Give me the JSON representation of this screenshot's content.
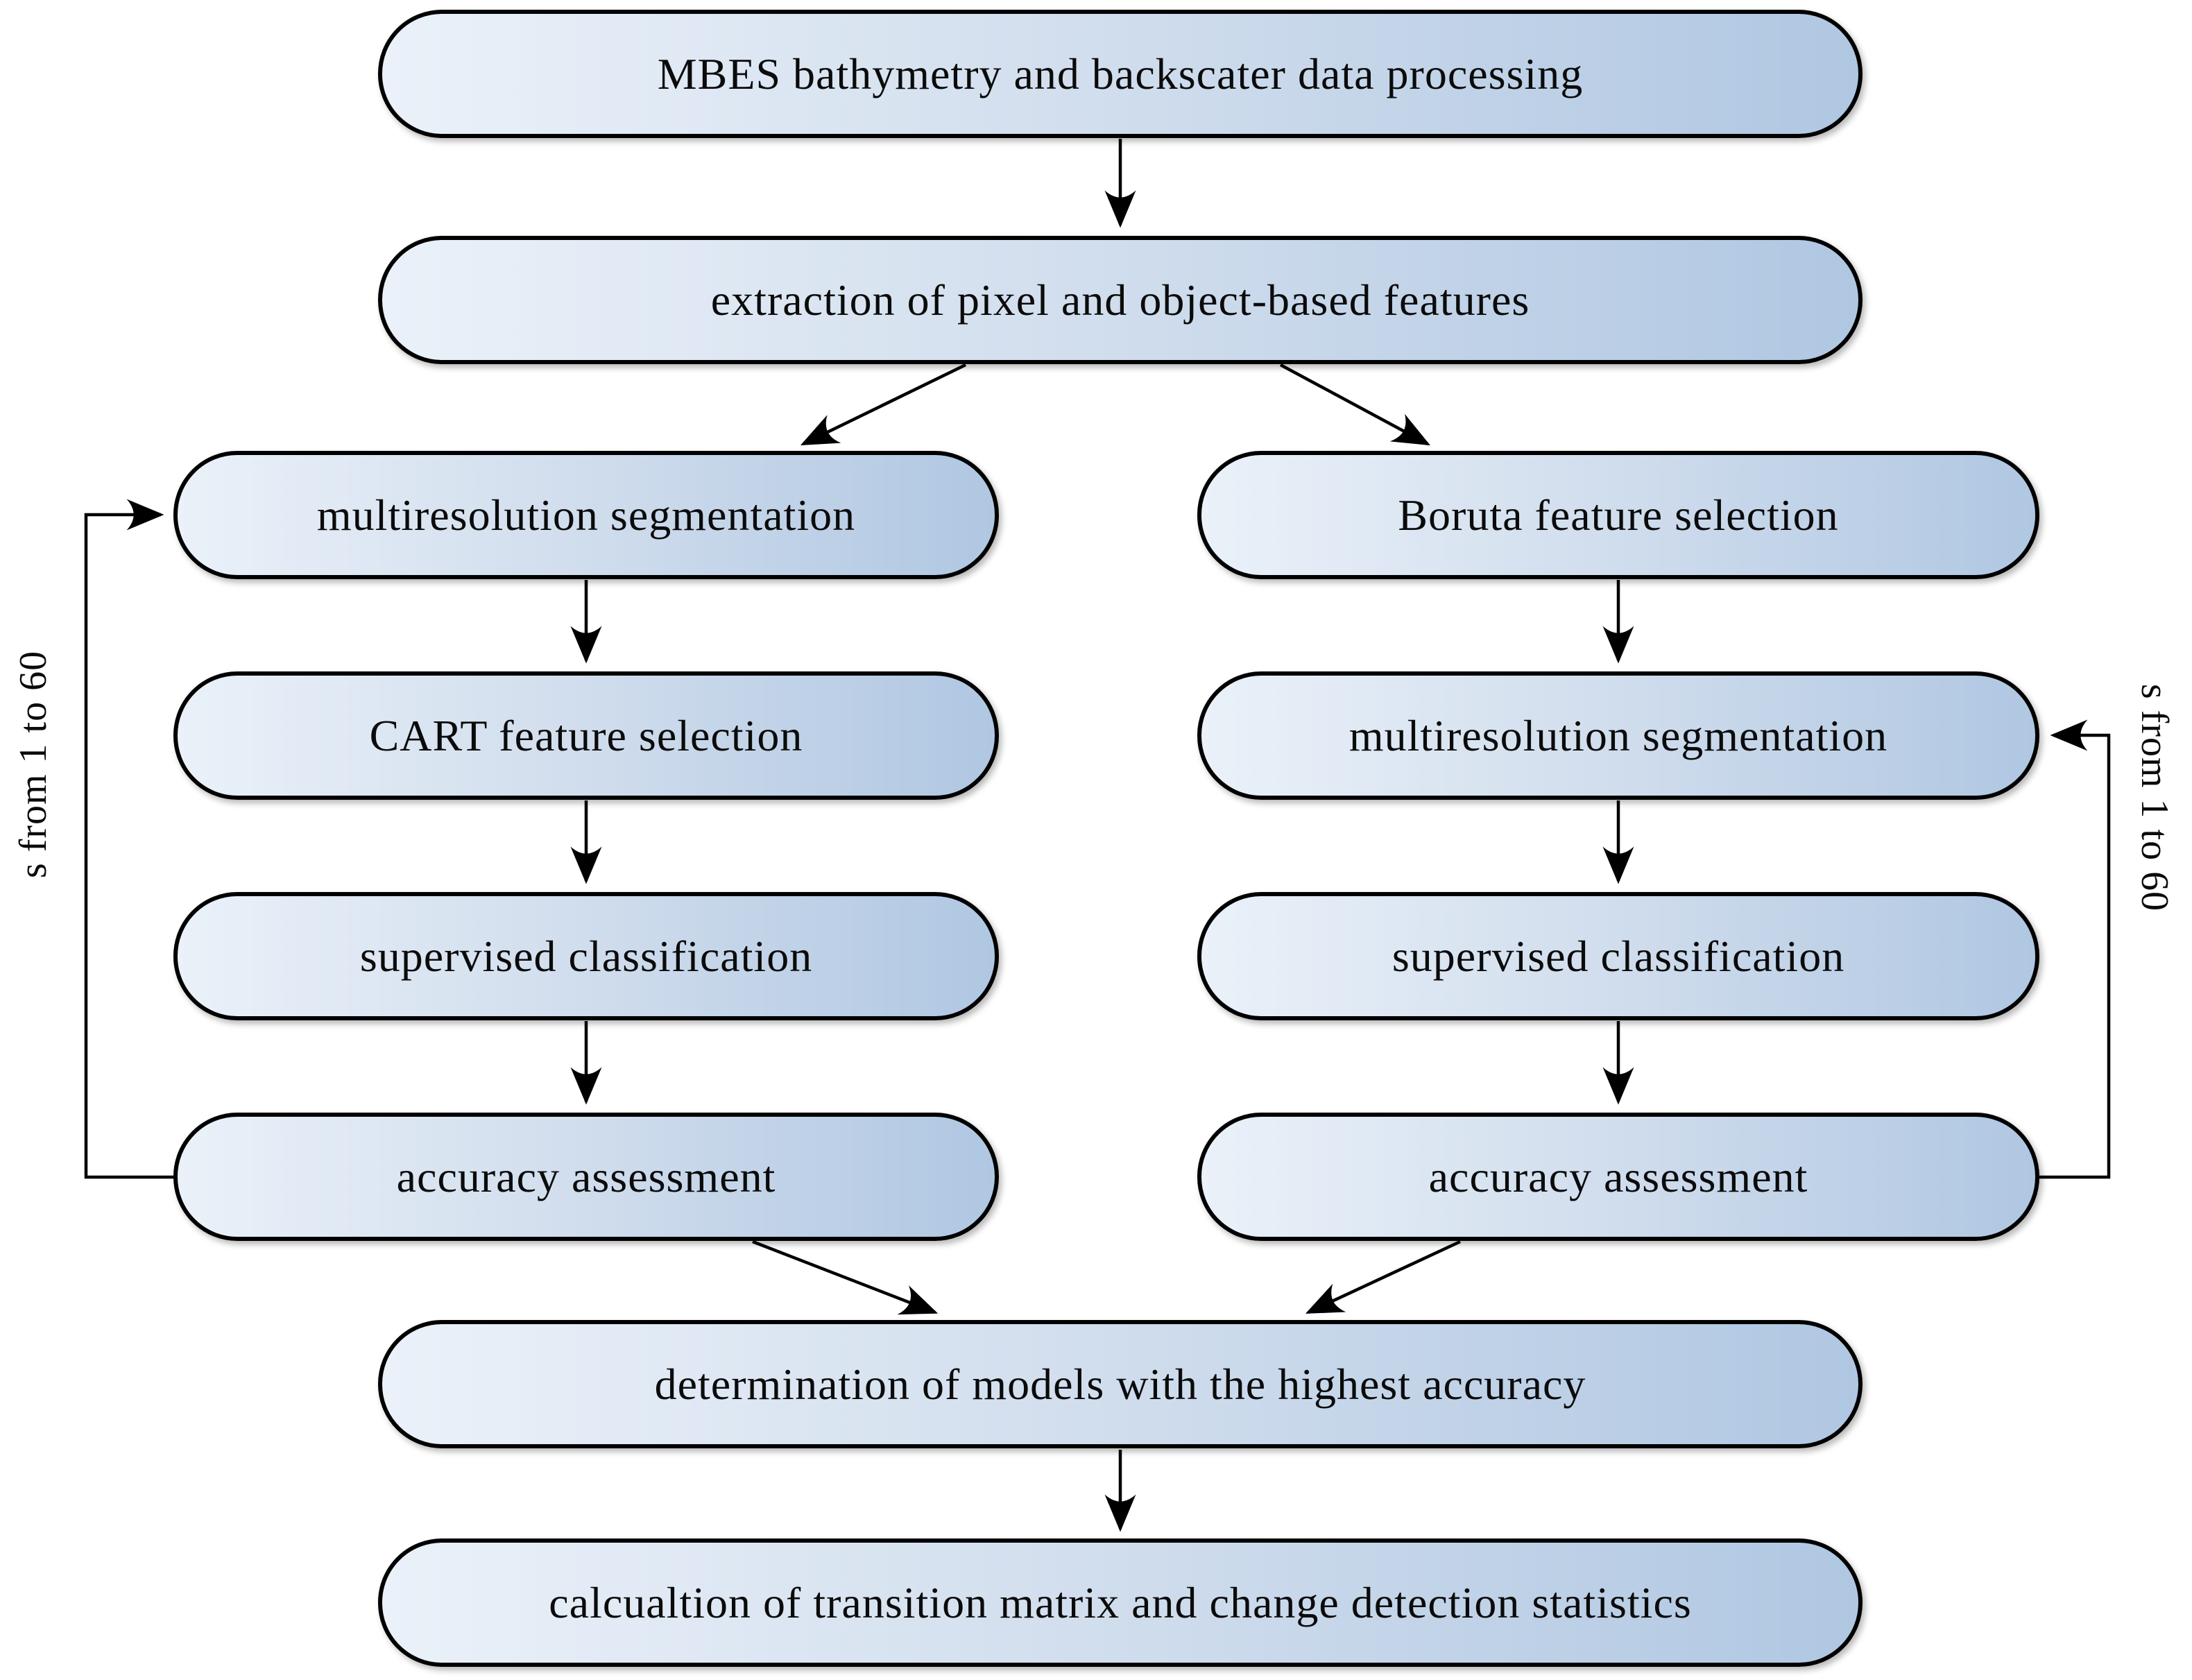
{
  "diagram": {
    "type": "flowchart",
    "background": "#ffffff",
    "node_style": {
      "fill_gradient_start": "#eaf1f9",
      "fill_gradient_end": "#b0c7e2",
      "border_color": "#000000",
      "text_color": "#0b0b0b"
    },
    "nodes": {
      "mbes": {
        "label": "MBES bathymetry and backscater data processing"
      },
      "extraction": {
        "label": "extraction of pixel and object-based features"
      },
      "left_segmentation": {
        "label": "multiresolution segmentation"
      },
      "cart": {
        "label": "CART feature selection"
      },
      "left_classification": {
        "label": "supervised classification"
      },
      "left_accuracy": {
        "label": "accuracy assessment"
      },
      "boruta": {
        "label": "Boruta feature selection"
      },
      "right_segmentation": {
        "label": "multiresolution segmentation"
      },
      "right_classification": {
        "label": "supervised classification"
      },
      "right_accuracy": {
        "label": "accuracy assessment"
      },
      "determination": {
        "label": "determination of models with the highest accuracy"
      },
      "final": {
        "label": "calcualtion of transition matrix and change detection statistics"
      }
    },
    "loop_labels": {
      "left": "s from 1 to 60",
      "right": "s from 1 to 60"
    }
  }
}
